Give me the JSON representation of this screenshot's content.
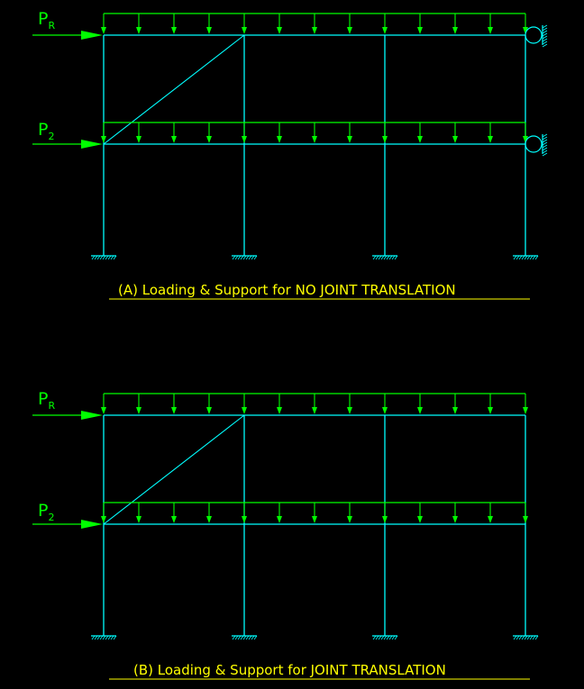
{
  "colors": {
    "background": "#000000",
    "frame": "#00ffff",
    "load": "#00ff00",
    "caption": "#ffff00",
    "hatch": "#00ffff"
  },
  "diagrams": [
    {
      "id": "A",
      "caption": "(A) Loading & Support for NO JOINT TRANSLATION",
      "roof_load_label": {
        "main": "P",
        "sub": "R"
      },
      "floor_load_label": {
        "main": "P",
        "sub": "2"
      },
      "roller_supports": true
    },
    {
      "id": "B",
      "caption": "(B) Loading & Support for JOINT TRANSLATION",
      "roof_load_label": {
        "main": "P",
        "sub": "R"
      },
      "floor_load_label": {
        "main": "P",
        "sub": "2"
      },
      "roller_supports": false
    }
  ]
}
